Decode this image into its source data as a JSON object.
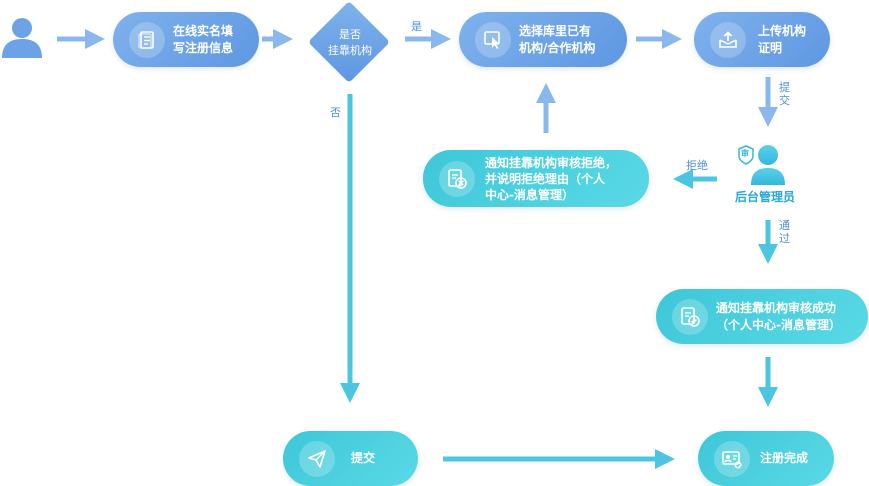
{
  "nodes": {
    "fill_info": "在线实名填\n写注册信息",
    "is_affiliated": "是否\n挂靠机构",
    "select_org": "选择库里已有\n机构/合作机构",
    "upload_cert": "上传机构\n证明",
    "notify_reject": "通知挂靠机构审核拒绝，\n并说明拒绝理由（个人\n中心-消息管理）",
    "admin": "后台管理员",
    "notify_success": "通知挂靠机构审核成功\n（个人中心-消息管理）",
    "submit": "提交",
    "done": "注册完成"
  },
  "labels": {
    "yes": "是",
    "no": "否",
    "submit_v": "提交",
    "reject": "拒绝",
    "pass_v": "通过",
    "shield": "审"
  },
  "colors": {
    "blue": "#6ba3e6",
    "cyan": "#4dd0e1",
    "arrow_blue": "#8ab8ee",
    "arrow_cyan": "#4cc6e0"
  }
}
